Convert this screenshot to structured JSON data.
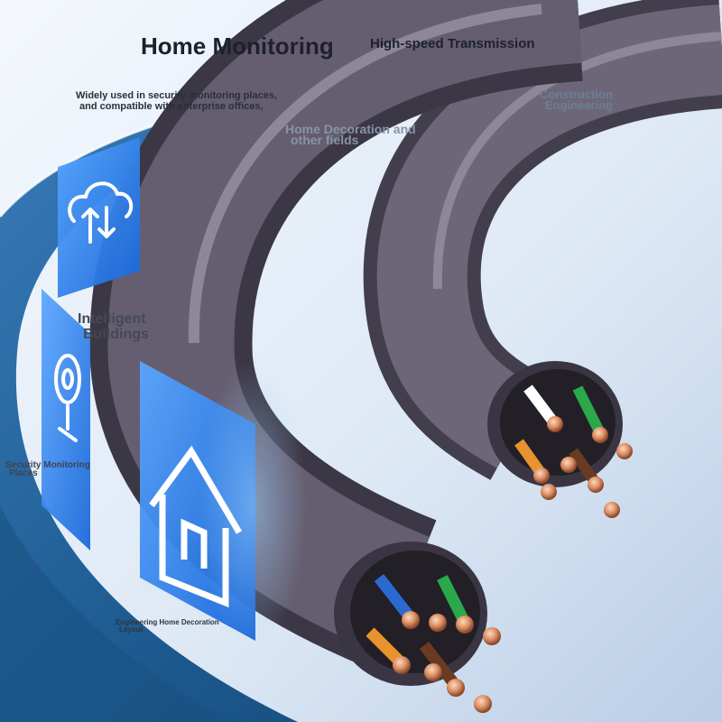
{
  "headline": "Home Monitoring",
  "subheadline": "High-speed Transmission",
  "description": {
    "line1": "Widely used in security monitoring places,",
    "line2": "and compatible with enterprise offices,"
  },
  "construction_label": {
    "line1": "Construction",
    "line2": "Engineering"
  },
  "home_decoration_label": {
    "line1": "Home Decoration and",
    "line2": "other fields"
  },
  "intelligent_buildings_label": {
    "line1": "Intelligent",
    "line2": "Buildings"
  },
  "security_label": {
    "line1": "Security Monitoring",
    "line2": "Places"
  },
  "engineering_label": {
    "line1": "Engineering Home Decoration",
    "line2": "Layout"
  },
  "icons": [
    "cloud-sync-icon",
    "security-camera-icon",
    "house-icon"
  ],
  "colors": {
    "background_blue": "#1f5d93",
    "swoosh_light": "#e4edf8",
    "cable_jacket": "#5d5767",
    "copper": "#d98c62",
    "tile_blue": "#1e7fe6"
  }
}
